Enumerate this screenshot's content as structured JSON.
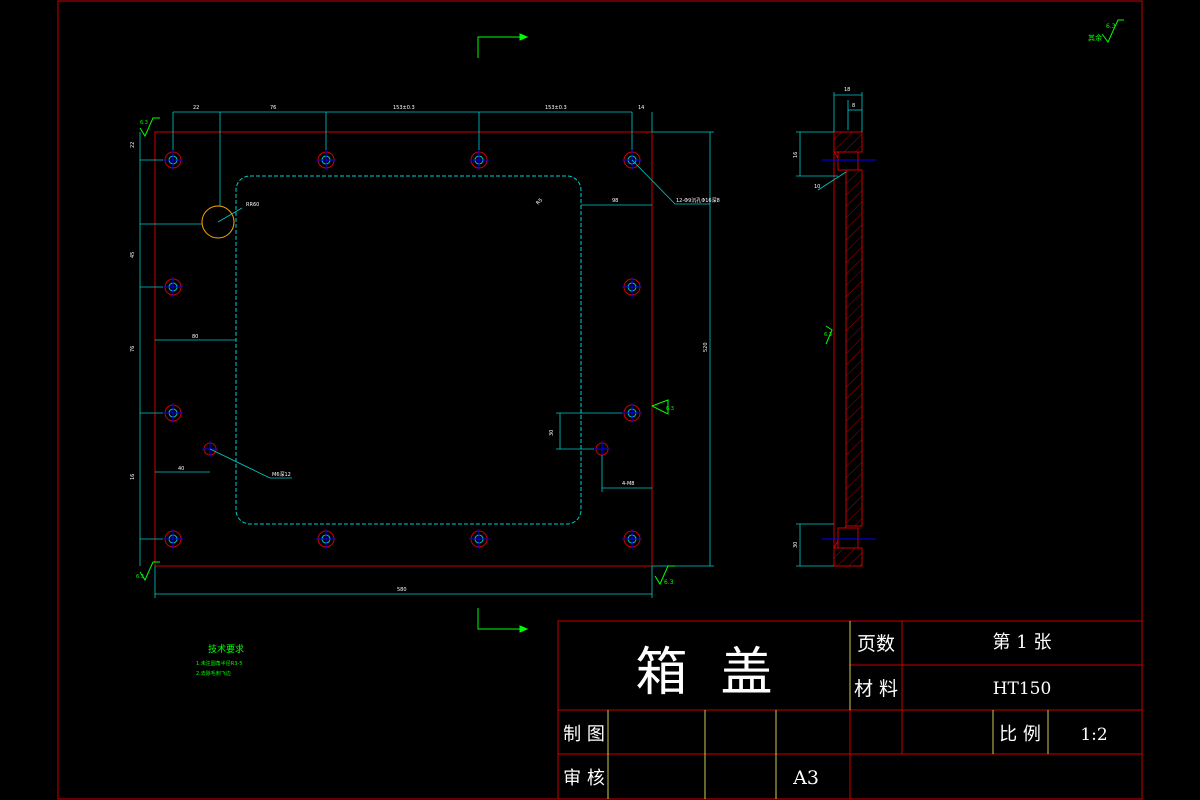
{
  "title_block": {
    "part_name": "箱  盖",
    "sheet_label": "页数",
    "sheet_value": "第 1 张",
    "material_label": "材 料",
    "material_value": "HT150",
    "drawn_label": "制 图",
    "scale_label": "比 例",
    "scale_value": "1:2",
    "review_label": "审 核",
    "paper_size": "A3"
  },
  "notes": {
    "heading": "技术要求",
    "lines": [
      "1.未注圆角半径R3-5",
      "2.去除毛刺飞边"
    ]
  },
  "roughness": {
    "corner_value": "6.3",
    "corner_text": "其余",
    "symbols": [
      "6.3",
      "6.3",
      "6.3",
      "6.3",
      "6.3"
    ]
  },
  "dimensions": {
    "top": [
      "22",
      "76",
      "153±0.3",
      "153±0.3",
      "14"
    ],
    "left": [
      "22",
      "45",
      "76",
      "16"
    ],
    "misc": [
      "80",
      "40",
      "30",
      "R5",
      "98",
      "RR60",
      "M6深12",
      "4-M8",
      "12-Φ9沉孔Φ16深8"
    ],
    "bottom_width": "580",
    "right_height": "520",
    "side": [
      "18",
      "8",
      "16",
      "30",
      "10"
    ]
  }
}
